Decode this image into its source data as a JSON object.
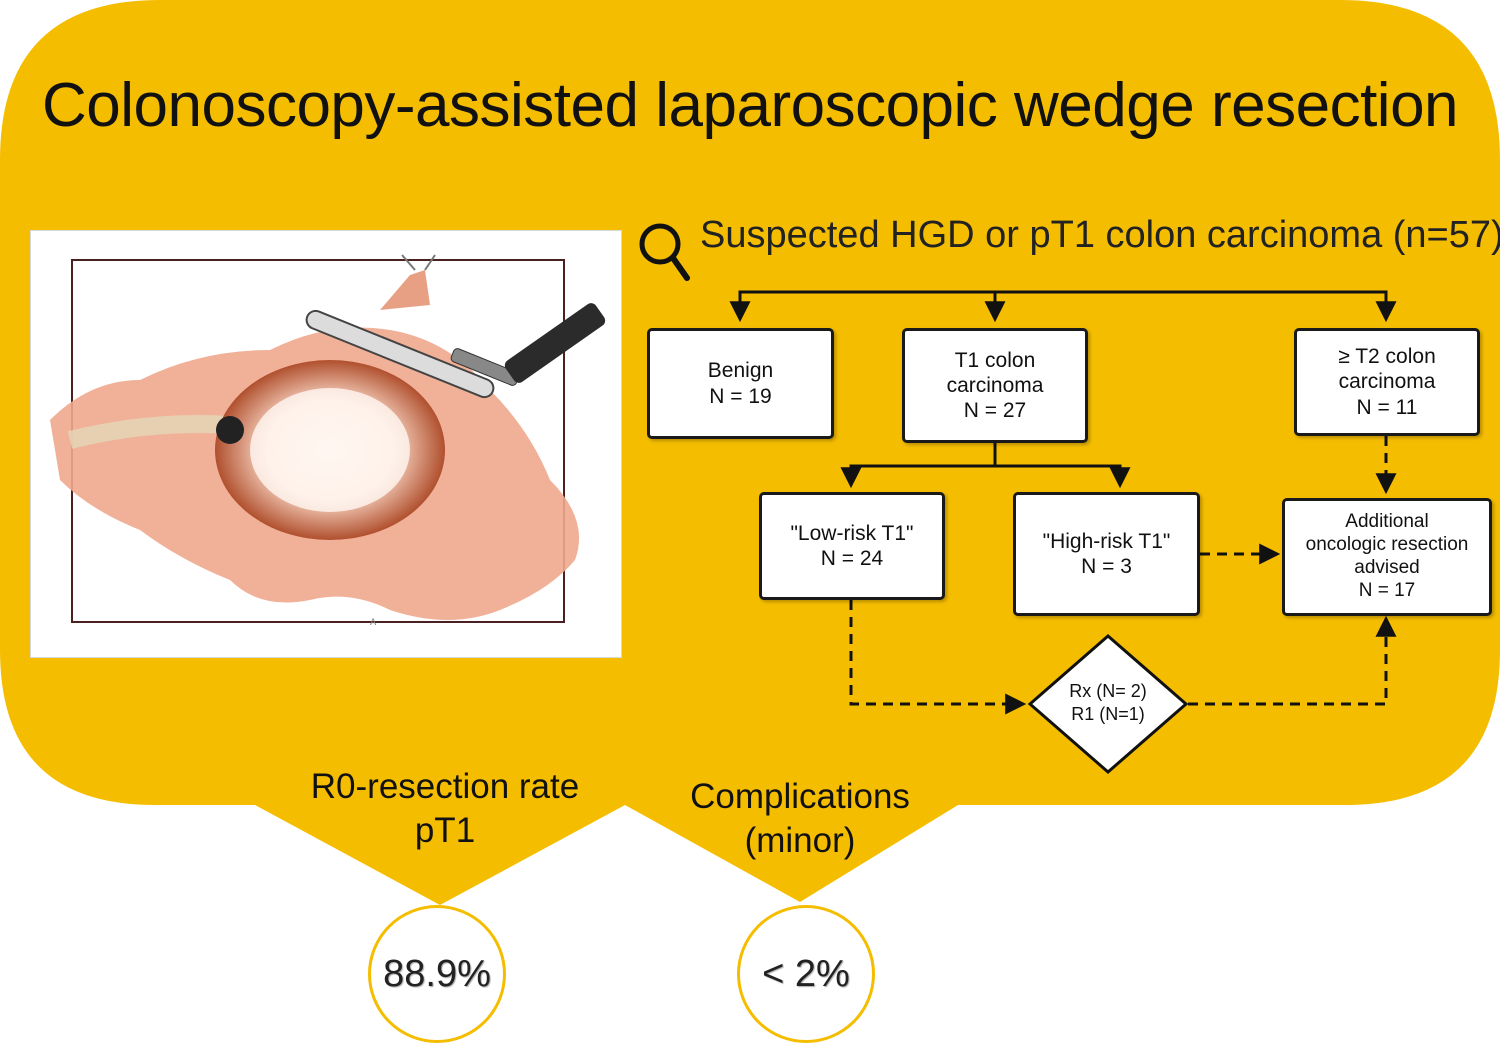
{
  "title": "Colonoscopy-assisted laparoscopic wedge resection",
  "subtitle": "Suspected HGD or pT1 colon carcinoma (n=57)",
  "colors": {
    "accent": "#f5bd00",
    "box_border": "#1a1a1a"
  },
  "icons": {
    "subtitle_icon": "magnifier-icon"
  },
  "boxes": {
    "benign": {
      "lines": [
        "Benign",
        "N = 19"
      ]
    },
    "t1": {
      "lines": [
        "T1 colon",
        "carcinoma",
        "N = 27"
      ]
    },
    "t2": {
      "lines": [
        "≥ T2 colon",
        "carcinoma",
        "N = 11"
      ]
    },
    "low_risk": {
      "lines": [
        "\"Low-risk T1\"",
        "N = 24"
      ]
    },
    "high_risk": {
      "lines": [
        "\"High-risk T1\"",
        "N = 3"
      ]
    },
    "additional": {
      "lines": [
        "Additional",
        "oncologic resection",
        "advised",
        "N = 17"
      ]
    }
  },
  "decision": {
    "lines": [
      "Rx (N= 2)",
      "R1 (N=1)"
    ]
  },
  "stats": [
    {
      "label_lines": [
        "R0-resection rate",
        "pT1"
      ],
      "value": "88.9%"
    },
    {
      "label_lines": [
        "Complications",
        "(minor)"
      ],
      "value": "< 2%"
    }
  ]
}
